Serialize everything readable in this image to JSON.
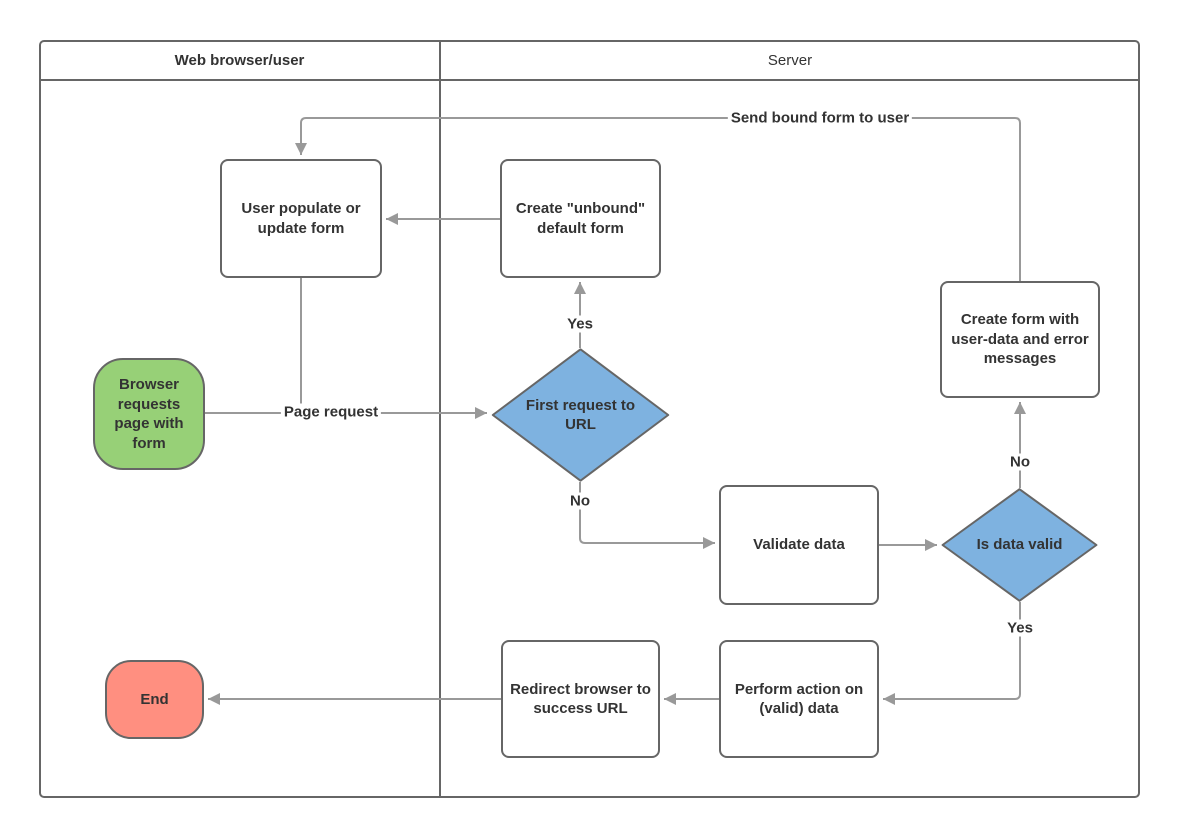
{
  "lanes": [
    {
      "label": "Web browser/user"
    },
    {
      "label": "Server"
    }
  ],
  "nodes": {
    "start": {
      "label": "Browser requests page with form"
    },
    "user_populate": {
      "label": "User populate or update form"
    },
    "create_unbound": {
      "label": "Create \"unbound\" default form"
    },
    "first_request": {
      "label": "First request to URL"
    },
    "validate": {
      "label": "Validate data"
    },
    "is_valid": {
      "label": "Is data valid"
    },
    "create_form_errors": {
      "label": "Create form with user-data and error messages"
    },
    "perform_action": {
      "label": "Perform action on (valid) data"
    },
    "redirect": {
      "label": "Redirect browser to success URL"
    },
    "end": {
      "label": "End"
    }
  },
  "edge_labels": {
    "page_request": "Page request",
    "yes_first": "Yes",
    "no_first": "No",
    "send_bound": "Send bound form to user",
    "no_valid": "No",
    "yes_valid": "Yes"
  },
  "colors": {
    "start_fill": "#97d077",
    "end_fill": "#ff8f80",
    "decision_fill": "#7eb2e0",
    "node_border": "#666666",
    "edge": "#999999",
    "text": "#333333"
  }
}
